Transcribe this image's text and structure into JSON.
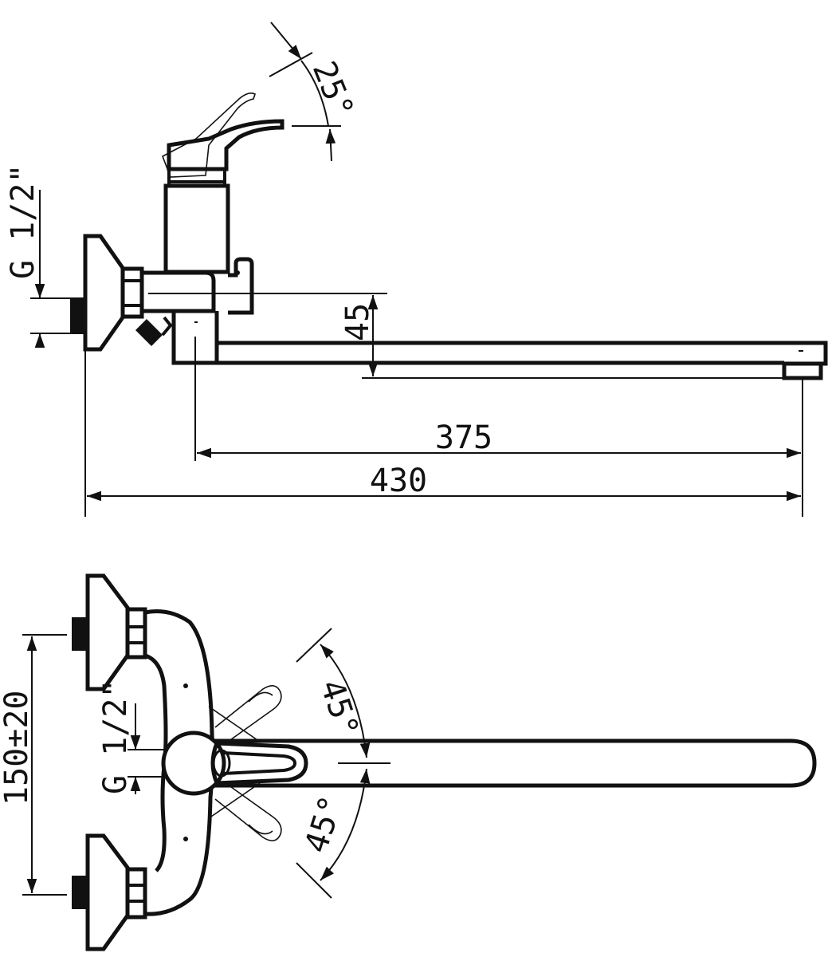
{
  "side_view": {
    "thread_label": "G 1/2\"",
    "height_dim": "45",
    "lever_angle": "25°",
    "spout_dim": "375",
    "total_dim": "430"
  },
  "top_view": {
    "centers_dim": "150±20",
    "thread_label": "G 1/2\"",
    "upper_angle": "45°",
    "lower_angle": "45°"
  }
}
